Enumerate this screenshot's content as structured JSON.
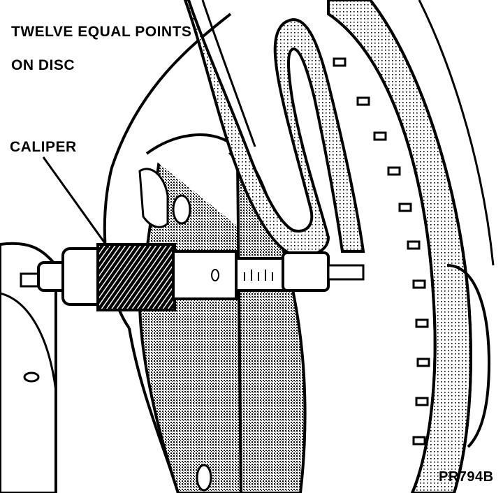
{
  "labels": {
    "points_line1": "TWELVE EQUAL POINTS",
    "points_line2": "ON DISC",
    "caliper": "CALIPER",
    "figure_id": "PR794B"
  },
  "colors": {
    "ink": "#000000",
    "paper": "#ffffff"
  }
}
